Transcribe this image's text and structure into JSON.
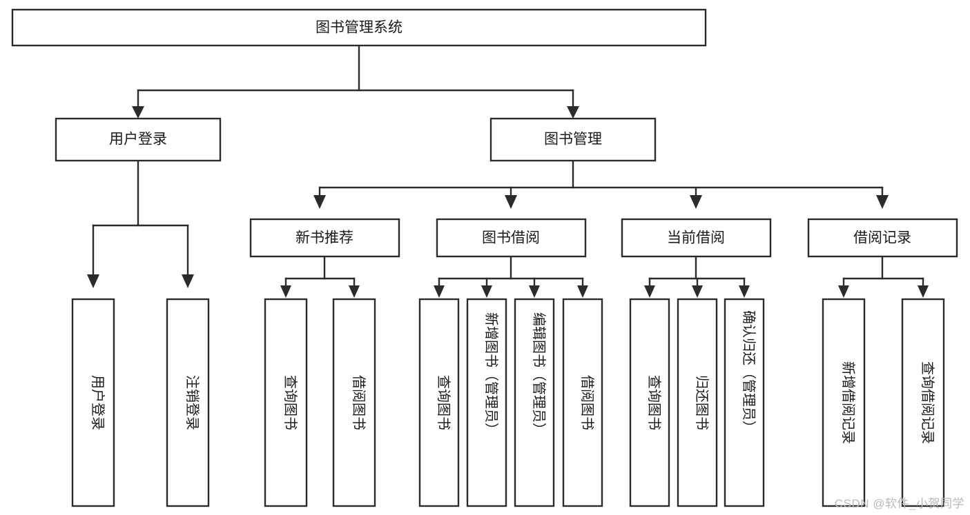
{
  "diagram": {
    "title": "图书管理系统",
    "type": "tree",
    "watermark": "CSDN @软件_小贺同学",
    "colors": {
      "stroke": "#2b2b2b",
      "fill": "#ffffff",
      "text": "#1a1a1a",
      "background": "#ffffff",
      "watermark": "#b9b9b9"
    },
    "nodes": {
      "root": "图书管理系统",
      "level2": [
        "用户登录",
        "图书管理"
      ],
      "level3": [
        "新书推荐",
        "图书借阅",
        "当前借阅",
        "借阅记录"
      ],
      "leaves": {
        "user_login": [
          "用户登录",
          "注销登录"
        ],
        "new_book": [
          "查询图书",
          "借阅图书"
        ],
        "book_borrow": [
          "查询图书",
          "新增图书（管理员）",
          "编辑图书（管理员）",
          "借阅图书"
        ],
        "current_borrow": [
          "查询图书",
          "归还图书",
          "确认归还（管理员）"
        ],
        "borrow_record": [
          "新增借阅记录",
          "查询借阅记录"
        ]
      }
    }
  }
}
